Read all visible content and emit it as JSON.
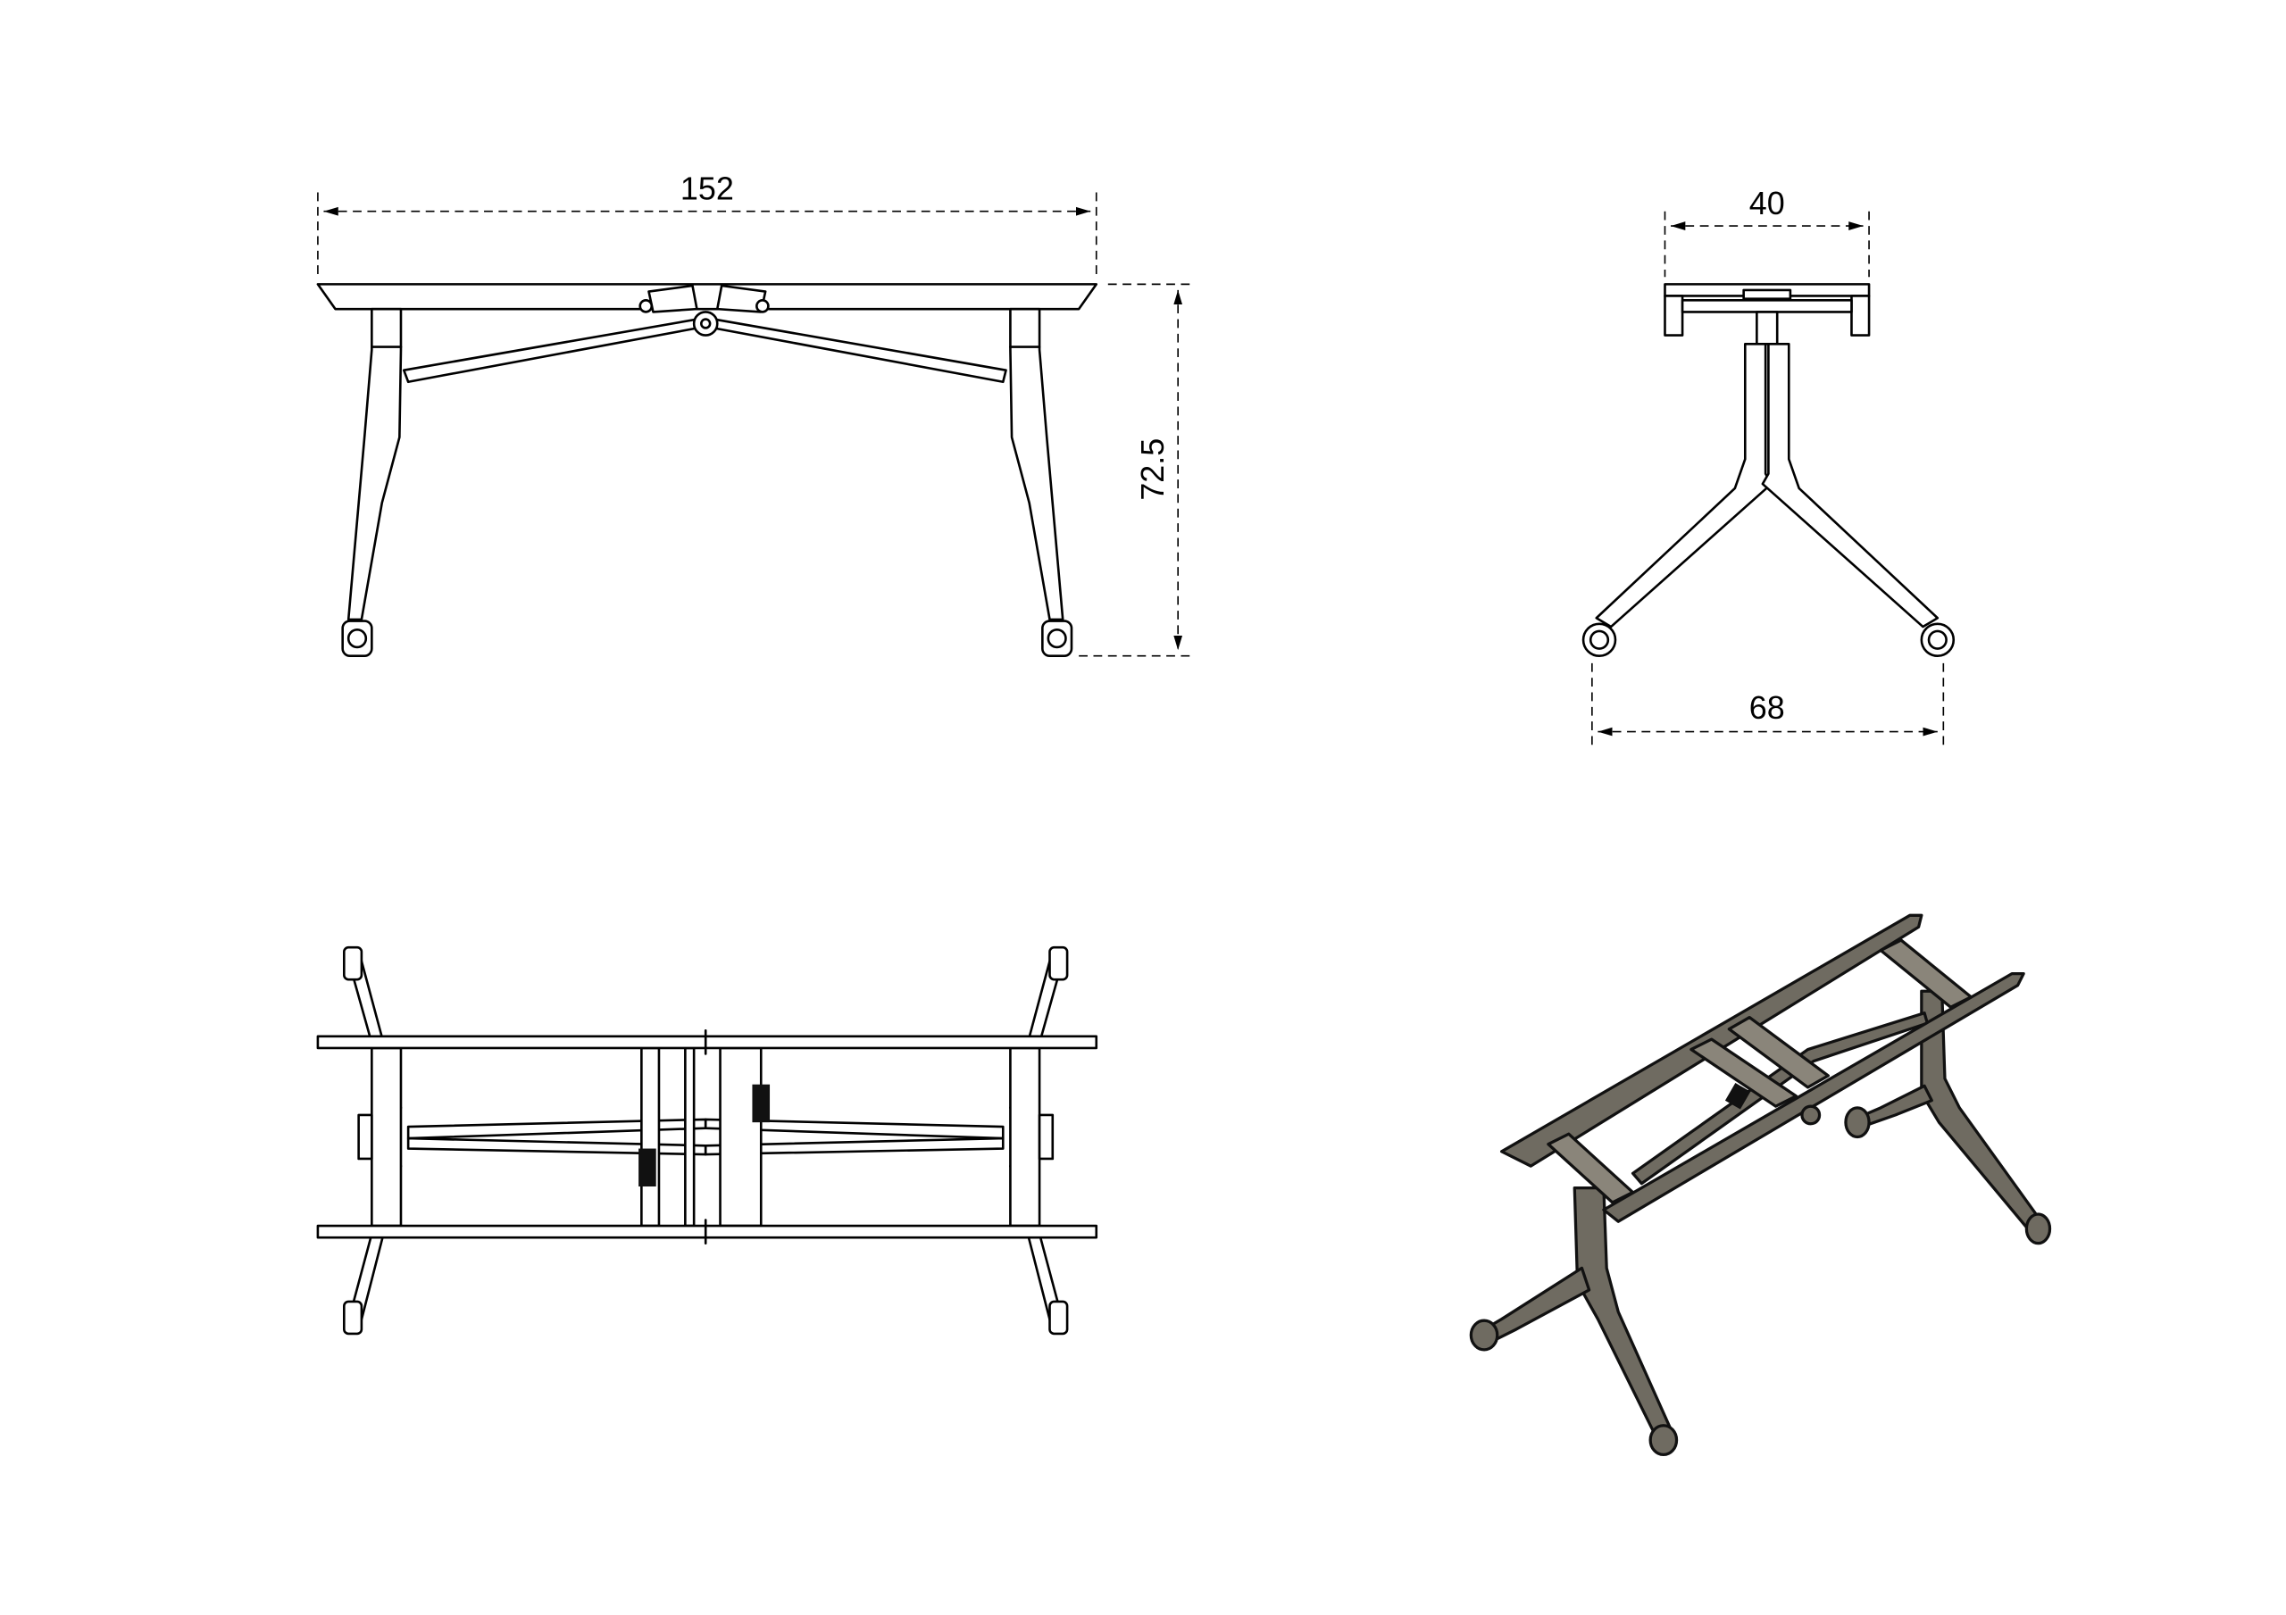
{
  "dimensions": {
    "width_front": "152",
    "height_front": "72.5",
    "depth_top": "40",
    "base_width": "68"
  },
  "colors": {
    "line": "#000000",
    "iso_body": "#6f6b61",
    "iso_highlight": "#8a857a"
  }
}
